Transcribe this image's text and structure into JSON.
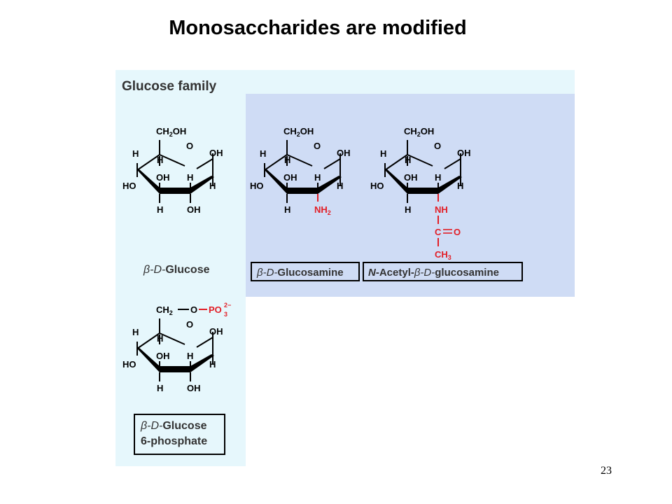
{
  "slide": {
    "title": "Monosaccharides are modified",
    "page_number": "23"
  },
  "figure": {
    "panel_title": "Glucose family",
    "colors": {
      "outer_bg": "#e6f7fc",
      "inner_bg": "#cfdcf5",
      "highlight": "#e21d25",
      "ink": "#000000"
    },
    "atoms": {
      "ch2oh_ch": "CH",
      "ch2oh_2": "2",
      "ch2oh_oh": "OH",
      "o": "O",
      "oh": "OH",
      "ho": "HO",
      "h": "H",
      "nh": "NH",
      "nh2_nh": "NH",
      "nh2_2": "2",
      "c": "C",
      "ch3_ch": "CH",
      "ch3_3": "3",
      "ch2": "CH",
      "ch2_sub": "2",
      "po": "PO",
      "po_sub": "3",
      "po_sup": "2−"
    },
    "labels": {
      "glucose_prefix": "β-D-",
      "glucose_name": "Glucose",
      "glucosamine_prefix": "β-D-",
      "glucosamine_name": "Glucosamine",
      "acetyl_n": "N",
      "acetyl_mid": "-Acetyl-",
      "acetyl_prefix": "β-D-",
      "acetyl_name": "glucosamine",
      "g6p_prefix": "β-D-",
      "g6p_name": "Glucose",
      "g6p_line2": "6-phosphate"
    }
  }
}
